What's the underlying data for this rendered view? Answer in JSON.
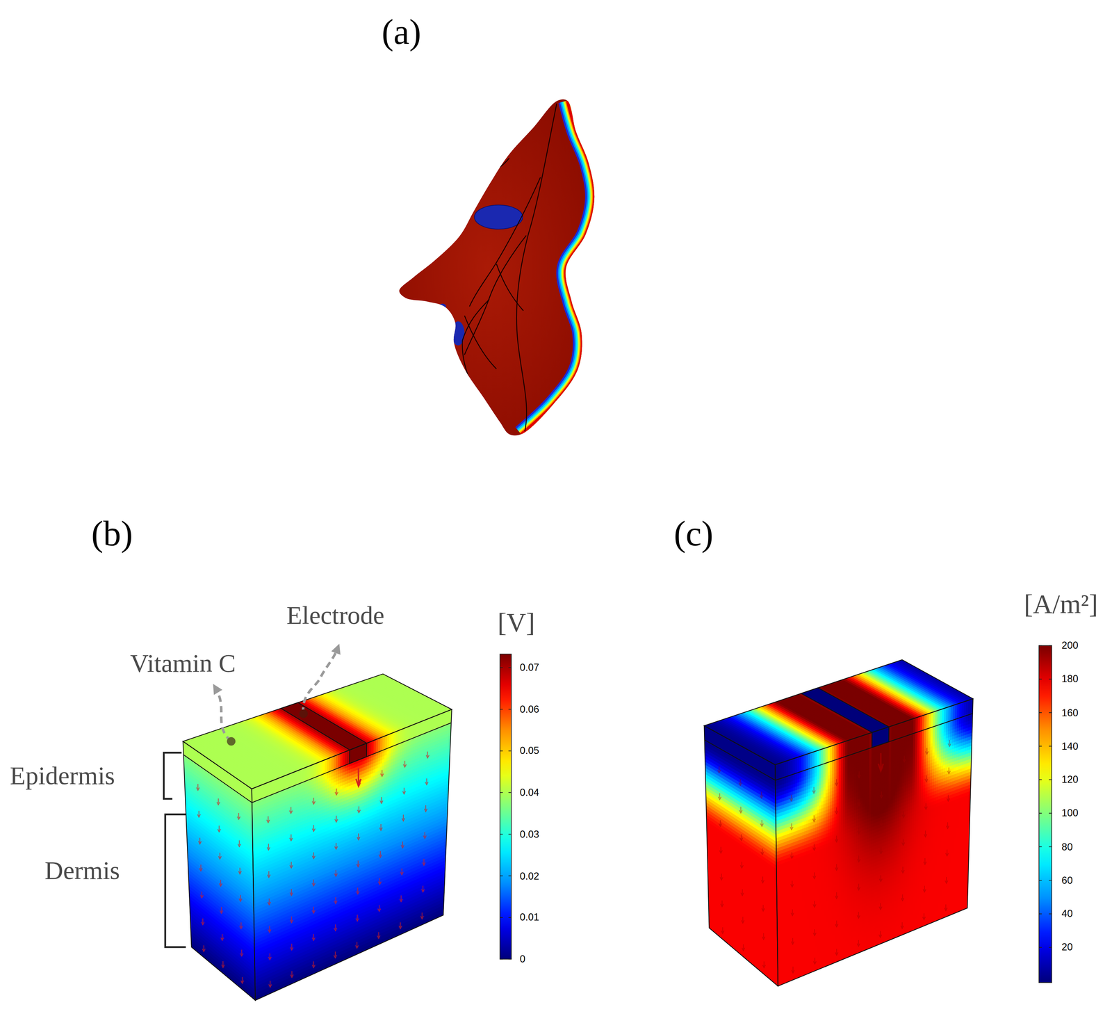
{
  "diagram": {
    "labels": [
      "(a)",
      "(b)",
      "(c)",
      "Electrode",
      "Vitamin C",
      "[V]",
      "0.07",
      "0.06",
      "0.05",
      "0.04",
      "0.03",
      "0.02",
      "0.01",
      "0",
      "Epidermis",
      "Dermis",
      "[A/m²]",
      "200",
      "180",
      "160",
      "140",
      "120",
      "100",
      "80",
      "60",
      "40",
      "20"
    ]
  }
}
